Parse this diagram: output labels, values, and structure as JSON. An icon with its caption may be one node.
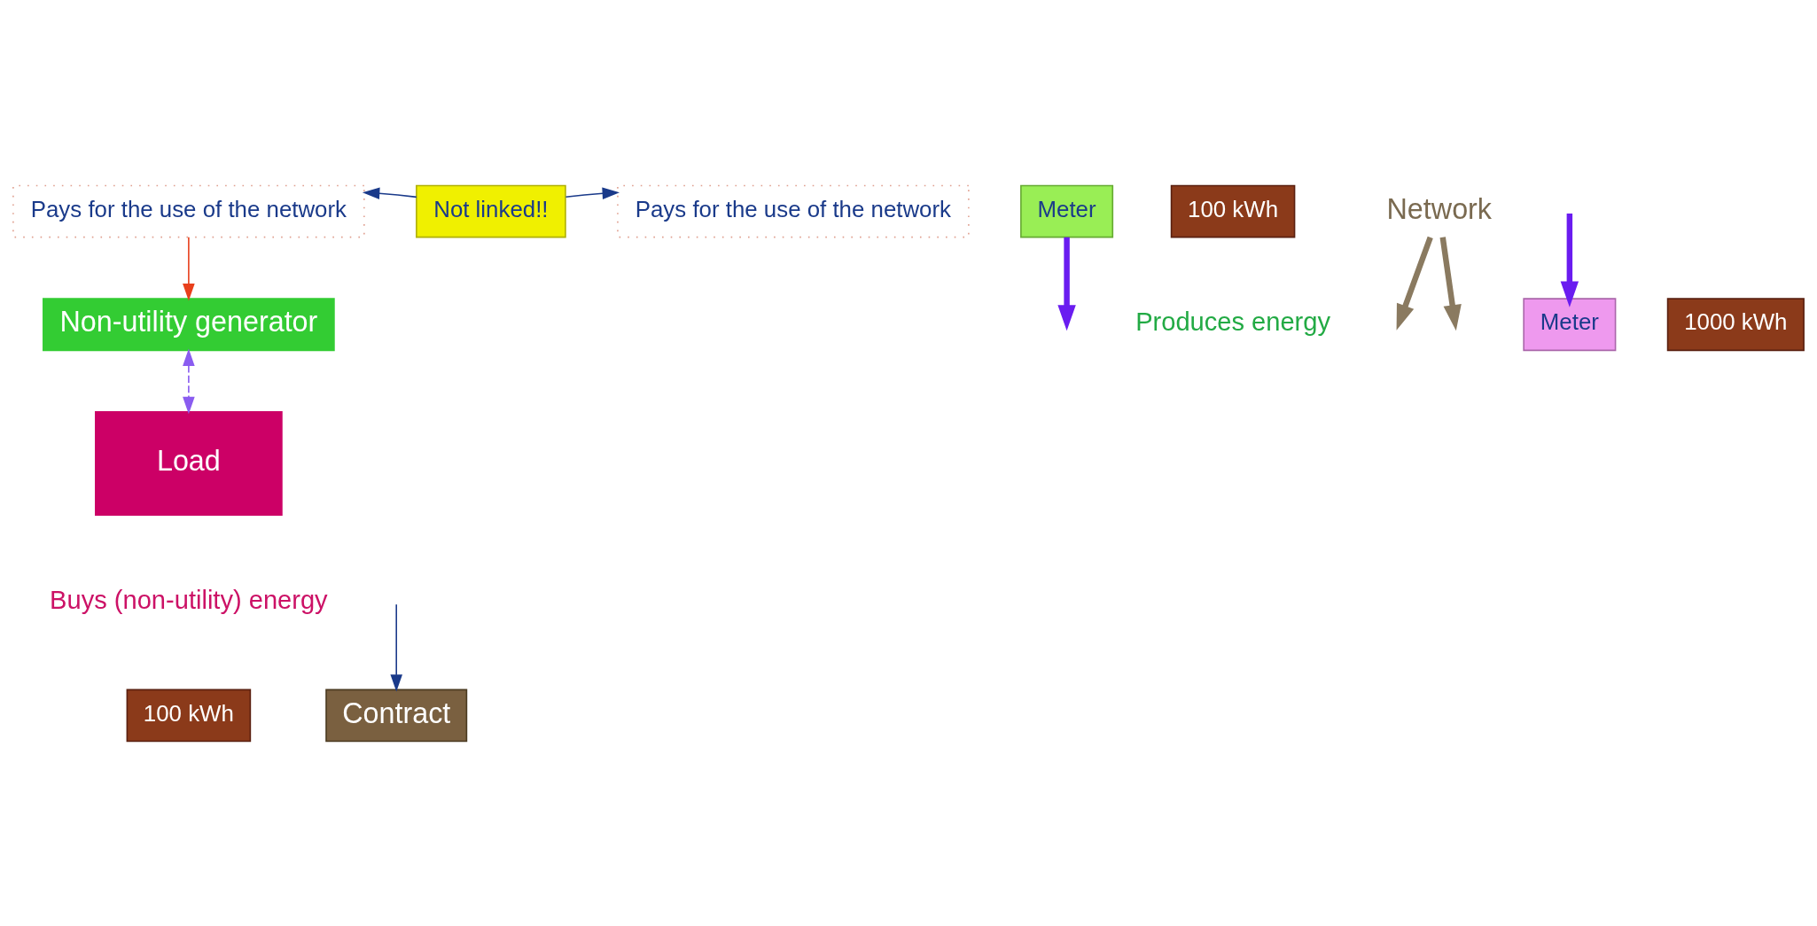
{
  "diagram": {
    "nodes": [
      {
        "text": [
          "Pays for the use of the network"
        ]
      },
      {
        "text": [
          "Not linked!!"
        ]
      },
      {
        "text": [
          "Pays for the use of the network"
        ]
      },
      {
        "text": [
          "Non-utility generator"
        ]
      },
      {
        "text": [
          "Meter"
        ]
      },
      {
        "text": [
          "100 kWh"
        ]
      },
      {
        "text": [
          "Network"
        ]
      },
      {
        "text": [
          "Meter"
        ]
      },
      {
        "text": [
          "1000 kWh"
        ]
      },
      {
        "text": [
          "Load"
        ]
      },
      {
        "text": [
          "Contract"
        ]
      },
      {
        "text": [
          "100 kWh"
        ]
      }
    ],
    "edges": [
      {
        "from": 1,
        "to": 0,
        "arrow": "to"
      },
      {
        "from": 1,
        "to": 2,
        "arrow": "to"
      },
      {
        "from": 0,
        "to": 3,
        "arrow": "to",
        "color": "#e8401c"
      },
      {
        "from": 3,
        "to": 9,
        "arrow": "both",
        "style": "dashed",
        "color": "#8a5cf0"
      },
      {
        "from": null,
        "to": 10,
        "arrow": "to"
      },
      {
        "from": 4,
        "to": null,
        "arrow": "to",
        "style": "thick",
        "color": "#6a1cf0"
      },
      {
        "from": null,
        "to": 7,
        "arrow": "to",
        "style": "thick",
        "color": "#6a1cf0"
      },
      {
        "from": 6,
        "to": null,
        "arrow": "to",
        "style": "thick",
        "color": "#8a7a60"
      },
      {
        "from": 6,
        "to": null,
        "arrow": "to",
        "style": "thick",
        "color": "#8a7a60"
      }
    ],
    "labels": [
      "Produces energy",
      "Buys (non-utility) energy"
    ]
  }
}
